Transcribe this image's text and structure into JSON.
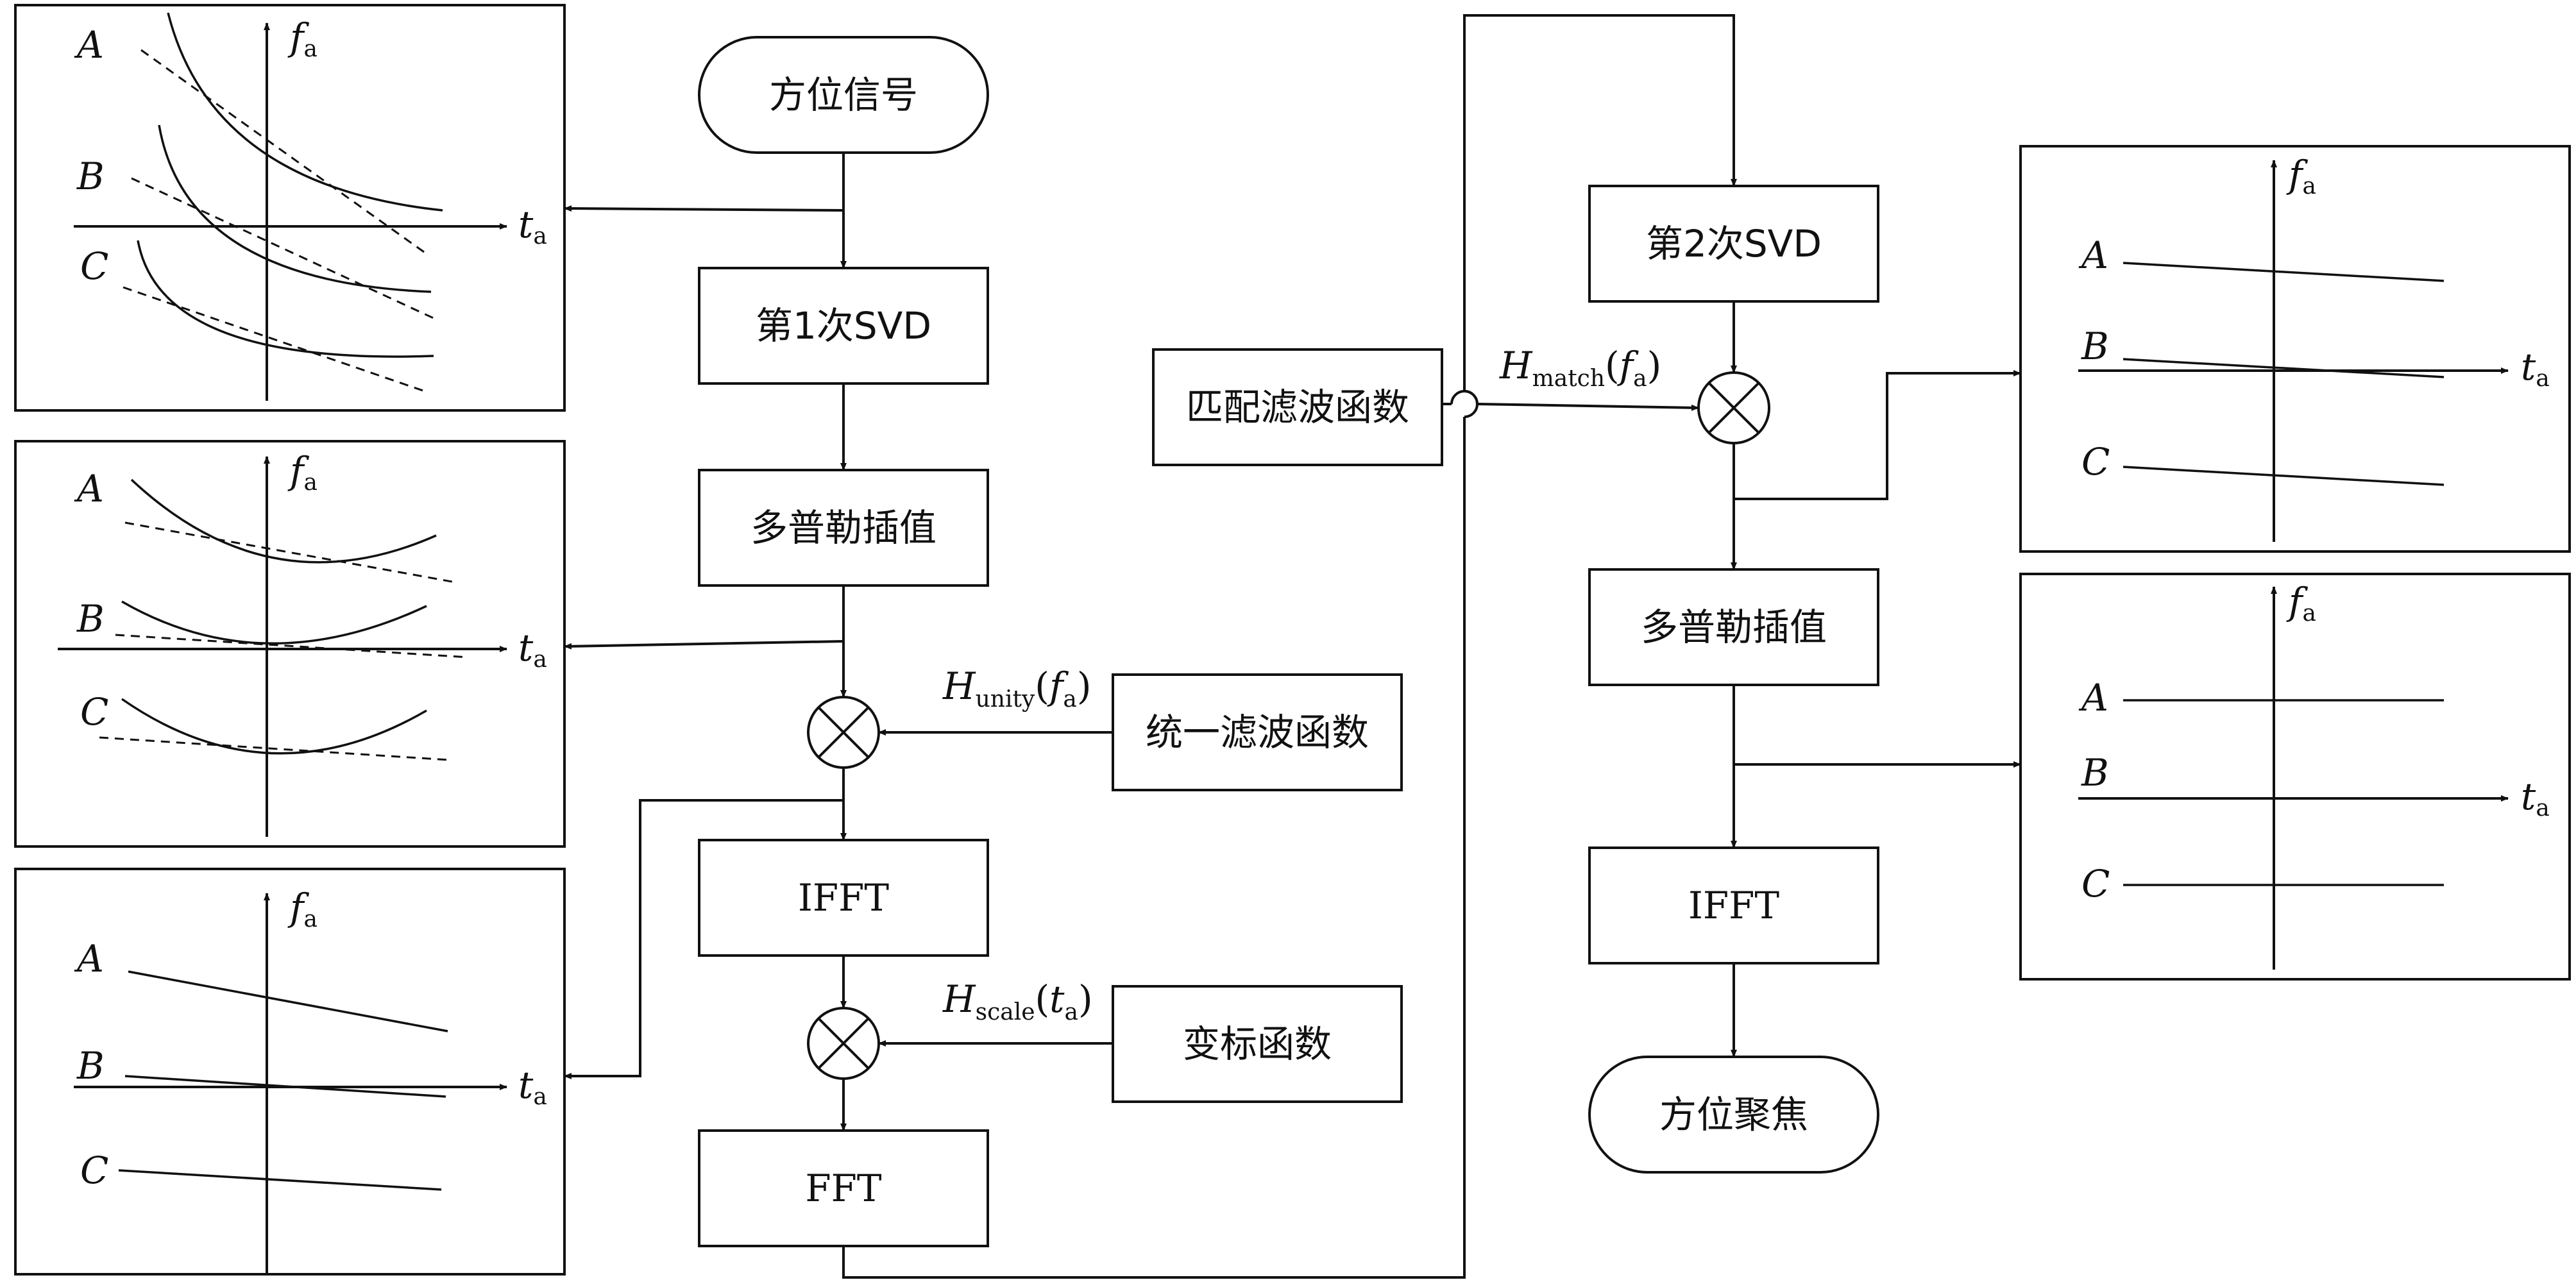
{
  "flow": {
    "start": "方位信号",
    "svd1": "第1次SVD",
    "doppler1": "多普勒插值",
    "ifft1": "IFFT",
    "fft1": "FFT",
    "svd2": "第2次SVD",
    "doppler2": "多普勒插值",
    "ifft2": "IFFT",
    "end": "方位聚焦"
  },
  "functions": {
    "unity": "统一滤波函数",
    "scale": "变标函数",
    "match": "匹配滤波函数"
  },
  "signals": {
    "unity_main": "H",
    "unity_sub": "unity",
    "unity_open": "(",
    "unity_arg": "f",
    "unity_arg_sub": "a",
    "unity_close": ")",
    "scale_main": "H",
    "scale_sub": "scale",
    "scale_open": "(",
    "scale_arg": "t",
    "scale_arg_sub": "a",
    "scale_close": ")",
    "match_main": "H",
    "match_sub": "match",
    "match_open": "(",
    "match_arg": "f",
    "match_arg_sub": "a",
    "match_close": ")"
  },
  "axes": {
    "f": "f",
    "t": "t",
    "sub": "a"
  },
  "targets": [
    "A",
    "B",
    "C"
  ]
}
